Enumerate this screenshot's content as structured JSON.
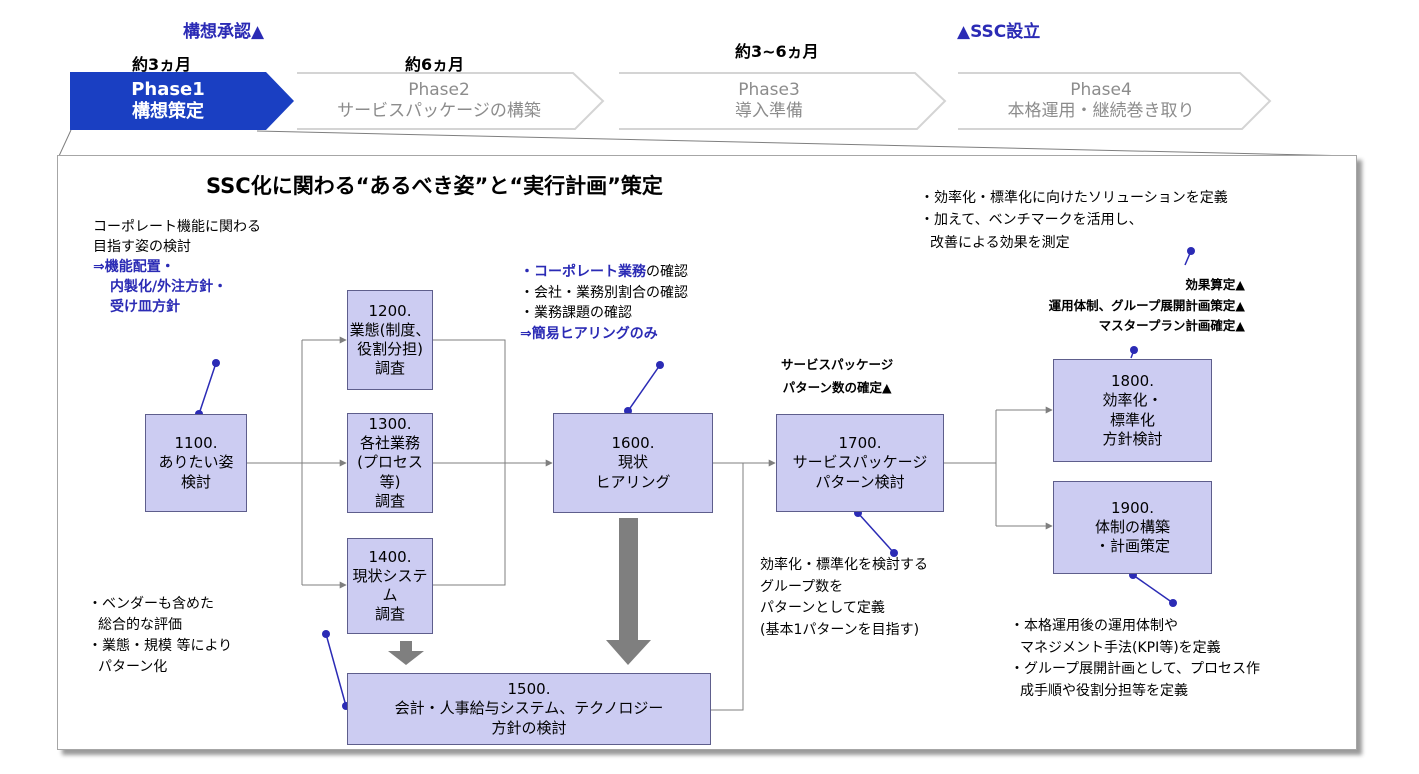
{
  "milestones": {
    "concept_approval": "構想承認▲",
    "ssc_establishment": "▲SSC設立"
  },
  "phases": [
    {
      "duration": "約3ヵ月",
      "name": "Phase1",
      "label": "構想策定",
      "active": true
    },
    {
      "duration": "約6ヵ月",
      "name": "Phase2",
      "label": "サービスパッケージの構築",
      "active": false
    },
    {
      "duration": "約3~6ヵ月",
      "name": "Phase3",
      "label": "導入準備",
      "active": false
    },
    {
      "duration": "",
      "name": "Phase4",
      "label": "本格運用・継続巻き取り",
      "active": false
    }
  ],
  "panel_title": "SSC化に関わる“あるべき姿”と“実行計画”策定",
  "tasks": {
    "t1100": {
      "id": "1100.",
      "l1": "ありたい姿",
      "l2": "検討"
    },
    "t1200": {
      "id": "1200.",
      "l1": "業態(制度、",
      "l2": "役割分担)",
      "l3": "調査"
    },
    "t1300": {
      "id": "1300.",
      "l1": "各社業務",
      "l2": "(プロセス等)",
      "l3": "調査"
    },
    "t1400": {
      "id": "1400.",
      "l1": "現状システム",
      "l2": "調査"
    },
    "t1500": {
      "id": "1500.",
      "l1": "会計・人事給与システム、テクノロジー",
      "l2": "方針の検討"
    },
    "t1600": {
      "id": "1600.",
      "l1": "現状",
      "l2": "ヒアリング"
    },
    "t1700": {
      "id": "1700.",
      "l1": "サービスパッケージ",
      "l2": "パターン検討"
    },
    "t1800": {
      "id": "1800.",
      "l1": "効率化・",
      "l2": "標準化",
      "l3": "方針検討"
    },
    "t1900": {
      "id": "1900.",
      "l1": "体制の構築",
      "l2": "・計画策定"
    }
  },
  "notes": {
    "n1100": {
      "l1": "コーポレート機能に関わる",
      "l2": "目指す姿の検討",
      "b1": "⇒機能配置・",
      "b2": "内製化/外注方針・",
      "b3": "受け皿方針"
    },
    "n1600": {
      "b1": "・コーポレート業務",
      "l1": "の確認",
      "l2": "・会社・業務別割合の確認",
      "l3": "・業務課題の確認",
      "b2": "⇒簡易ヒアリングのみ"
    },
    "n1700_top": {
      "l1": "サービスパッケージ",
      "l2": "パターン数の確定▲"
    },
    "n1700_bottom": {
      "l1": "効率化・標準化を検討する",
      "l2": "グループ数を",
      "l3": "パターンとして定義",
      "l4": "(基本1パターンを目指す)"
    },
    "n1400": {
      "l1": "・ベンダーも含めた",
      "l2": "総合的な評価",
      "l3": "・業態・規模 等により",
      "l4": "パターン化"
    },
    "n1800_top": {
      "l1": "・効率化・標準化に向けたソリューションを定義",
      "l2": "・加えて、ベンチマークを活用し、",
      "l3": "改善による効果を測定"
    },
    "n1800_ms": {
      "l1": "効果算定▲",
      "l2": "運用体制、グループ展開計画策定▲",
      "l3": "マスタープラン計画確定▲"
    },
    "n1900": {
      "l1": "・本格運用後の運用体制や",
      "l2": "マネジメント手法(KPI等)を定義",
      "l3": "・グループ展開計画として、プロセス作",
      "l4": "成手順や役割分担等を定義"
    }
  },
  "colors": {
    "phase_active": "#1a3fc2",
    "box_fill": "#ccccf2",
    "milestone_text": "#2b2bb5",
    "connector": "#2b2bb5",
    "big_arrow": "#7f7f7f"
  }
}
